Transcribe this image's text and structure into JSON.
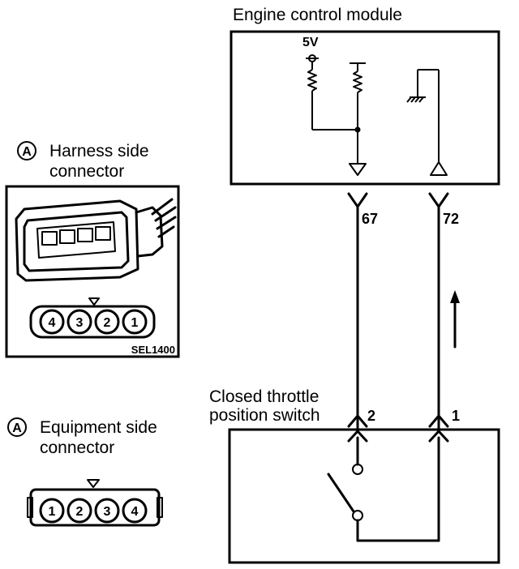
{
  "ecm": {
    "title": "Engine control module",
    "voltage": "5V"
  },
  "terminals": {
    "left": "67",
    "right": "72"
  },
  "switch": {
    "title_line1": "Closed throttle",
    "title_line2": "position switch",
    "pin_left": "2",
    "pin_right": "1"
  },
  "harness_connector": {
    "marker": "A",
    "title_line1": "Harness side",
    "title_line2": "connector",
    "pins": [
      "4",
      "3",
      "2",
      "1"
    ],
    "ref_code": "SEL1400"
  },
  "equipment_connector": {
    "marker": "A",
    "title_line1": "Equipment side",
    "title_line2": "connector",
    "pins": [
      "1",
      "2",
      "3",
      "4"
    ]
  }
}
